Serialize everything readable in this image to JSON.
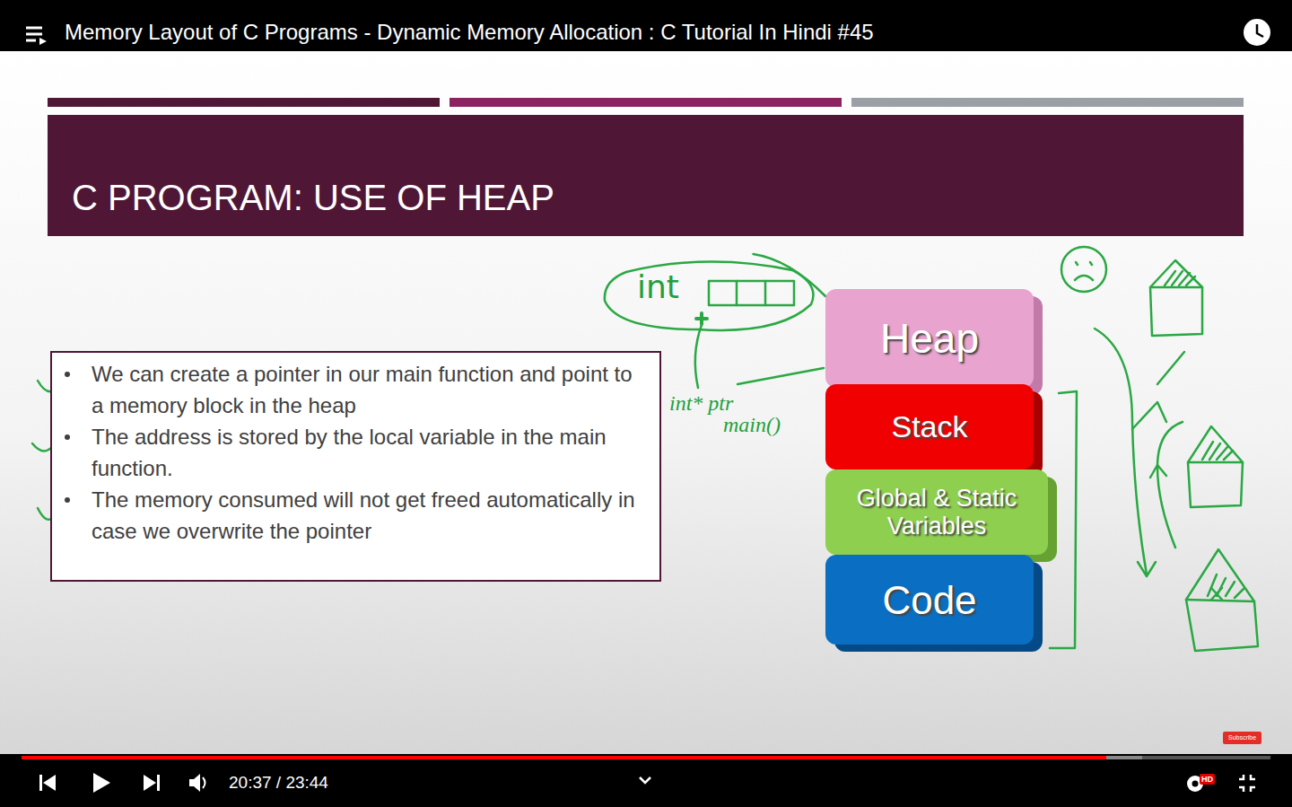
{
  "diagram": {
    "title": "C PROGRAM: USE OF HEAP",
    "nodes": [
      {
        "text": [
          "We can create a pointer in our main function and point to a memory block in the heap",
          "The address is stored by the local variable in the main function.",
          "The memory consumed will not get freed automatically in case we overwrite the pointer"
        ]
      },
      {
        "text": [
          "int"
        ]
      },
      {
        "text": [
          "Heap"
        ]
      },
      {
        "text": [
          "Stack"
        ]
      },
      {
        "text": [
          "Global & Static Variables"
        ]
      },
      {
        "text": [
          "Code"
        ]
      }
    ],
    "edges": [
      {
        "from": 1,
        "to": 2,
        "arrow": "none"
      }
    ],
    "labels": [
      "Memory Layout of C Programs - Dynamic Memory Allocation : C Tutorial In Hindi #45",
      "int* ptr",
      "main()",
      "Subscribe",
      "20:37 / 23:44",
      "HD"
    ]
  }
}
